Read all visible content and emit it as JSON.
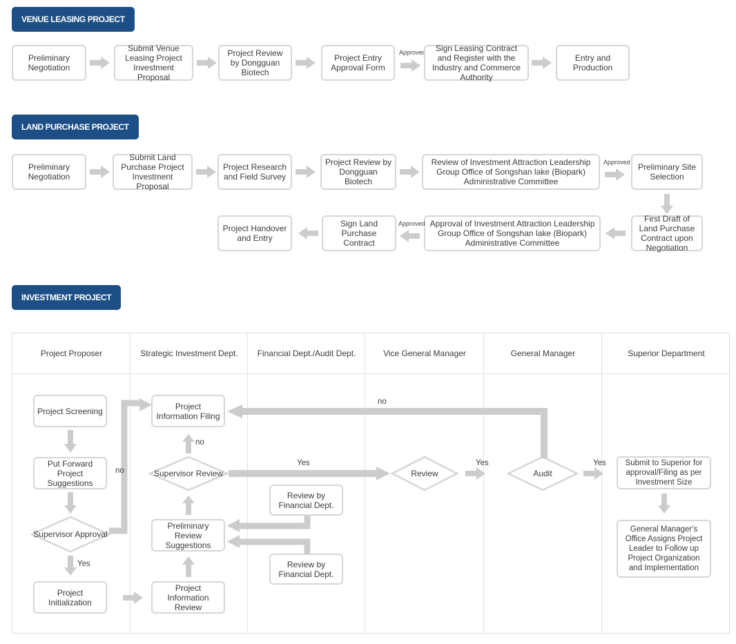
{
  "sections": [
    {
      "badge": "VENUE LEASING PROJECT",
      "steps": [
        "Preliminary Negotiation",
        "Submit Venue Leasing Project Investment Proposal",
        "Project Review by Dongguan Biotech",
        "Project Entry Approval Form",
        "Sign Leasing Contract and Register with the Industry and Commerce Authority",
        "Entry and Production"
      ],
      "edge_labels": {
        "approved": "Approved"
      }
    },
    {
      "badge": "LAND PURCHASE PROJECT",
      "steps_row1": [
        "Preliminary Negotiation",
        "Submit Land Purchase Project Investment Proposal",
        "Project Research and Field Survey",
        "Project Review by Dongguan Biotech",
        "Review of Investment Attraction Leadership Group Office of Songshan lake (Biopark) Administrative Committee",
        "Preliminary Site Selection"
      ],
      "steps_row2": [
        "Project Handover and Entry",
        "Sign Land Purchase Contract",
        "Approval of Investment Attraction Leadership Group Office of Songshan lake (Biopark) Administrative Committee",
        "First Draft of Land Purchase Contract upon Negotiation"
      ],
      "edge_labels": {
        "approved1": "Approved",
        "approved2": "Approved"
      }
    },
    {
      "badge": "INVESTMENT PROJECT"
    }
  ],
  "swimlane": {
    "columns": [
      "Project Proposer",
      "Strategic Investment Dept.",
      "Financial Dept./Audit Dept.",
      "Vice General Manager",
      "General Manager",
      "Superior Department"
    ],
    "nodes": {
      "project_screening": "Project Screening",
      "put_forward": "Put Forward Project Suggestions",
      "supervisor_approval": "Supervisor Approval",
      "project_initialization": "Project Initialization",
      "project_info_filing": "Project Information Filing",
      "supervisor_review": "Supervisor Review",
      "preliminary_review_suggestions": "Preliminary Review Suggestions",
      "project_info_review": "Project Information Review",
      "review_by_financial_1": "Review by Financial Dept.",
      "review_by_financial_2": "Review by Financial Dept.",
      "review": "Review",
      "audit": "Audit",
      "submit_to_superior": "Submit to Superior for approval/Filing as per Investment Size",
      "gm_office_assigns": "General Manager's Office Assigns Project Leader to Follow up Project Organization and Implementation"
    },
    "edge_labels": {
      "no_left": "no",
      "no_filing": "no",
      "yes_approval": "Yes",
      "yes_review": "Yes",
      "yes_audit": "Yes",
      "yes_superior": "Yes",
      "no_audit": "no"
    }
  },
  "colors": {
    "badge_bg": "#1d4f86",
    "badge_text": "#ffffff",
    "box_border": "#d6d6d6",
    "box_bg": "#ffffff",
    "arrow": "#cccccc",
    "text": "#3b3b3b",
    "table_border": "#dddddd"
  }
}
